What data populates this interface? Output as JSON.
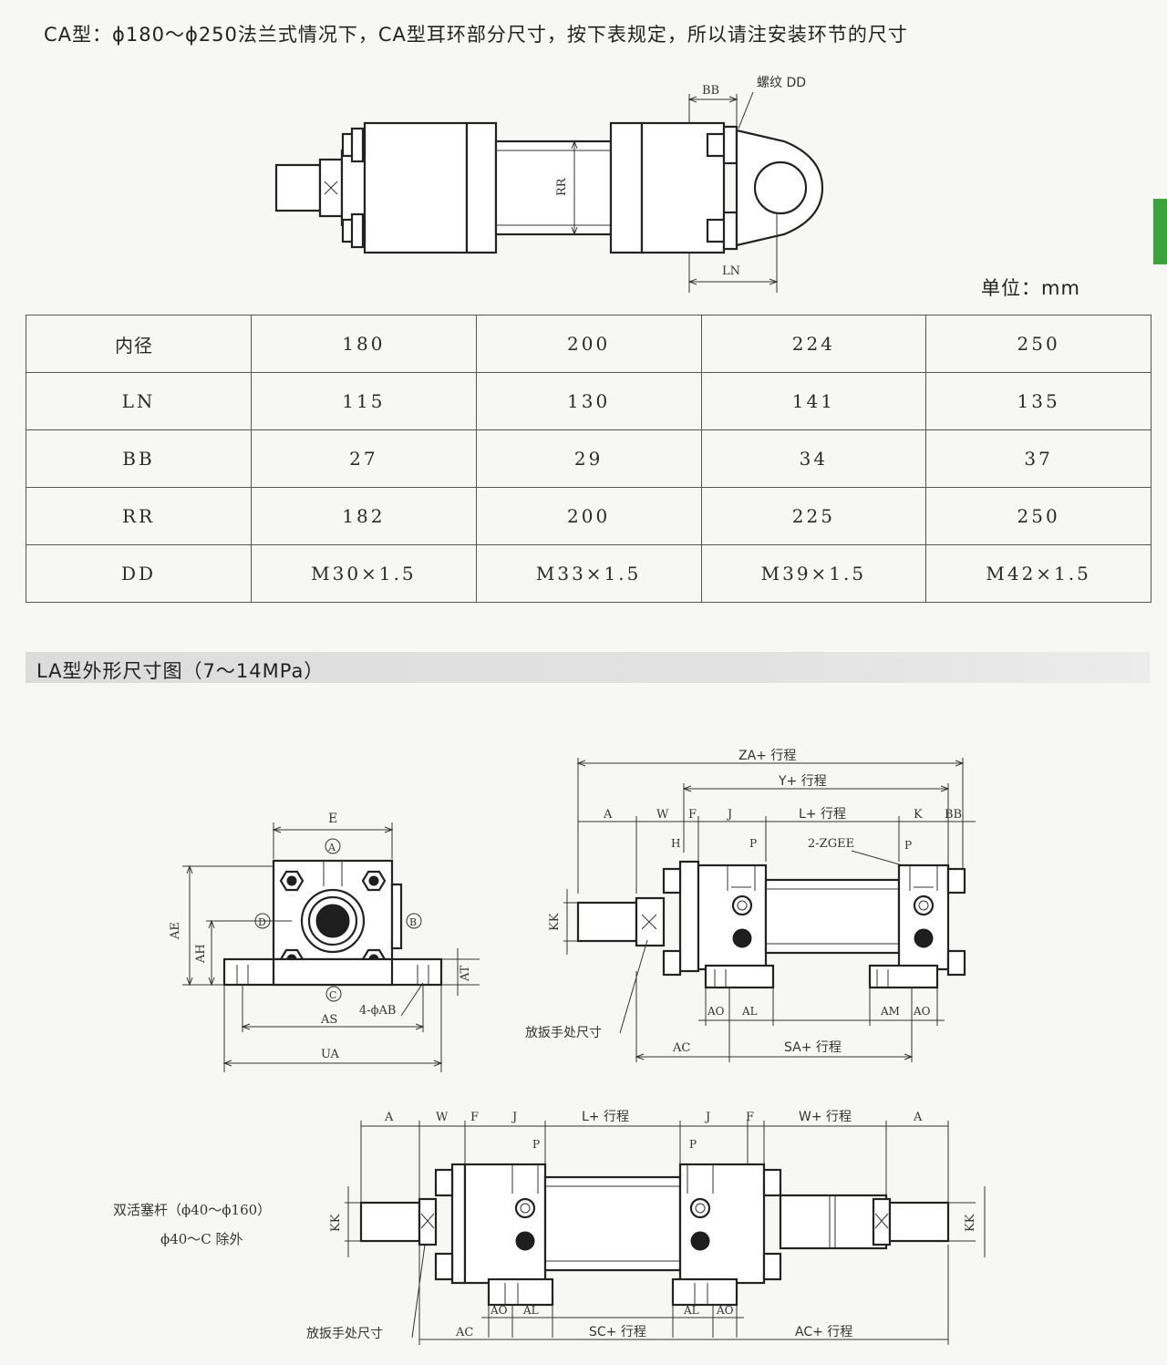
{
  "header": {
    "title": "CA型：ϕ180～ϕ250法兰式情况下，CA型耳环部分尺寸，按下表规定，所以请注安装环节的尺寸"
  },
  "unit": "单位：mm",
  "ca_drawing": {
    "labels": {
      "bb": "BB",
      "dd": "螺纹 DD",
      "rr": "RR",
      "ln": "LN"
    }
  },
  "table": {
    "rows": [
      {
        "label": "内径",
        "values": [
          "180",
          "200",
          "224",
          "250"
        ]
      },
      {
        "label": "LN",
        "values": [
          "115",
          "130",
          "141",
          "135"
        ]
      },
      {
        "label": "BB",
        "values": [
          "27",
          "29",
          "34",
          "37"
        ]
      },
      {
        "label": "RR",
        "values": [
          "182",
          "200",
          "225",
          "250"
        ]
      },
      {
        "label": "DD",
        "values": [
          "M30×1.5",
          "M33×1.5",
          "M39×1.5",
          "M42×1.5"
        ]
      }
    ]
  },
  "section": {
    "title": "LA型外形尺寸图（7～14MPa）"
  },
  "front_view": {
    "labels": {
      "e": "E",
      "ae": "AE",
      "ah": "AH",
      "at": "AT",
      "as": "AS",
      "ua": "UA",
      "ab": "4-ϕAB",
      "a": "A",
      "b": "B",
      "c": "C",
      "d": "D"
    }
  },
  "side_view": {
    "labels": {
      "za": "ZA+ 行程",
      "y": "Y+ 行程",
      "a": "A",
      "w": "W",
      "f": "F",
      "j": "J",
      "l": "L+ 行程",
      "k": "K",
      "bb": "BB",
      "h": "H",
      "p1": "P",
      "zgee": "2-ZGEE",
      "p2": "P",
      "kk": "KK",
      "ao1": "AO",
      "al": "AL",
      "am": "AM",
      "ao2": "AO",
      "ac": "AC",
      "sa": "SA+ 行程",
      "wrench": "放扳手处尺寸"
    }
  },
  "double_view": {
    "labels": {
      "a1": "A",
      "w1": "W",
      "f1": "F",
      "j1": "J",
      "l": "L+ 行程",
      "j2": "J",
      "f2": "F",
      "w2": "W+ 行程",
      "a2": "A",
      "p1": "P",
      "p2": "P",
      "kk1": "KK",
      "kk2": "KK",
      "ao1": "AO",
      "al1": "AL",
      "al2": "AL",
      "ao2": "AO",
      "ac1": "AC",
      "sc": "SC+ 行程",
      "ac2": "AC+ 行程",
      "wrench": "放扳手处尺寸"
    },
    "note_line1": "双活塞杆（ϕ40～ϕ160）",
    "note_line2": "ϕ40～C 除外"
  }
}
